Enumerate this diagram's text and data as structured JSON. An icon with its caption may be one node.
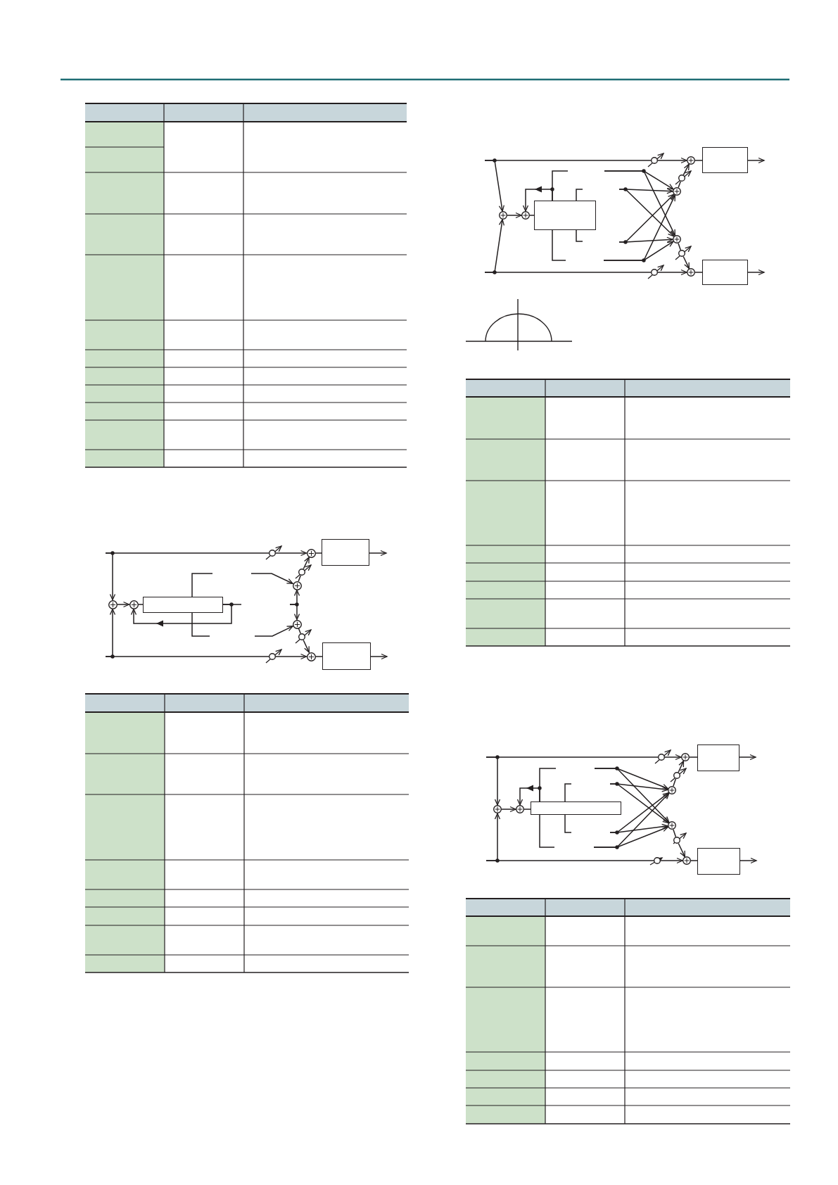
{
  "diagram": {
    "nodes": [
      {
        "text": [],
        "shape": "circle"
      },
      {
        "text": [],
        "shape": "circle"
      },
      {
        "text": [],
        "shape": "box"
      },
      {
        "text": [],
        "shape": "circle"
      },
      {
        "text": [],
        "shape": "circle"
      },
      {
        "text": [],
        "shape": "circle"
      },
      {
        "text": [],
        "shape": "circle"
      },
      {
        "text": [],
        "shape": "box"
      },
      {
        "text": [],
        "shape": "circle"
      },
      {
        "text": [],
        "shape": "circle"
      },
      {
        "text": [],
        "shape": "circle"
      },
      {
        "text": [],
        "shape": "circle"
      },
      {
        "text": [],
        "shape": "box"
      },
      {
        "text": [],
        "shape": "circle"
      },
      {
        "text": [],
        "shape": "circle"
      },
      {
        "text": [],
        "shape": "box"
      },
      {
        "text": [],
        "shape": "circle"
      },
      {
        "text": [],
        "shape": "circle"
      },
      {
        "text": [],
        "shape": "circle"
      },
      {
        "text": [],
        "shape": "circle"
      },
      {
        "text": [],
        "shape": "box"
      },
      {
        "text": [],
        "shape": "circle"
      },
      {
        "text": [],
        "shape": "circle"
      },
      {
        "text": [],
        "shape": "circle"
      },
      {
        "text": [],
        "shape": "circle"
      },
      {
        "text": [],
        "shape": "box"
      },
      {
        "text": [],
        "shape": "circle"
      },
      {
        "text": [],
        "shape": "circle"
      },
      {
        "text": [],
        "shape": "box"
      },
      {
        "text": [],
        "shape": "circle"
      },
      {
        "text": [],
        "shape": "circle"
      },
      {
        "text": [],
        "shape": "circle"
      },
      {
        "text": [],
        "shape": "circle"
      },
      {
        "text": [],
        "shape": "box"
      },
      {
        "text": [],
        "shape": "circle"
      },
      {
        "text": [],
        "shape": "circle"
      },
      {
        "text": [],
        "shape": "circle"
      },
      {
        "text": [],
        "shape": "circle"
      },
      {
        "text": [],
        "shape": "box"
      }
    ],
    "edges": [
      {
        "from": null,
        "to": 0,
        "arrow": "none"
      },
      {
        "from": null,
        "to": 5,
        "arrow": "to"
      },
      {
        "from": null,
        "to": 10,
        "arrow": "none"
      },
      {
        "from": null,
        "to": 5,
        "arrow": "to"
      },
      {
        "from": 0,
        "to": 1,
        "arrow": "to"
      },
      {
        "from": 10,
        "to": 11,
        "arrow": "to"
      },
      {
        "from": 5,
        "to": 6,
        "arrow": "to"
      },
      {
        "from": 6,
        "to": 7,
        "arrow": "none"
      },
      {
        "from": 7,
        "to": 6,
        "arrow": "to"
      },
      {
        "from": 7,
        "to": null,
        "arrow": "none"
      },
      {
        "from": 7,
        "to": null,
        "arrow": "none"
      },
      {
        "from": 7,
        "to": null,
        "arrow": "none"
      },
      {
        "from": null,
        "to": 4,
        "arrow": "to"
      },
      {
        "from": null,
        "to": 8,
        "arrow": "to"
      },
      {
        "from": null,
        "to": 4,
        "arrow": "to"
      },
      {
        "from": null,
        "to": 8,
        "arrow": "to"
      },
      {
        "from": 4,
        "to": 3,
        "arrow": "none"
      },
      {
        "from": 3,
        "to": 1,
        "arrow": "to"
      },
      {
        "from": 8,
        "to": 9,
        "arrow": "none"
      },
      {
        "from": 9,
        "to": 11,
        "arrow": "to"
      },
      {
        "from": 1,
        "to": 2,
        "arrow": "none"
      },
      {
        "from": 11,
        "to": 12,
        "arrow": "none"
      },
      {
        "from": 2,
        "to": null,
        "arrow": "to"
      },
      {
        "from": 12,
        "to": null,
        "arrow": "to"
      },
      {
        "from": null,
        "to": 13,
        "arrow": "none"
      },
      {
        "from": null,
        "to": 18,
        "arrow": "to"
      },
      {
        "from": null,
        "to": 23,
        "arrow": "none"
      },
      {
        "from": null,
        "to": 18,
        "arrow": "to"
      },
      {
        "from": 13,
        "to": 14,
        "arrow": "to"
      },
      {
        "from": 23,
        "to": 24,
        "arrow": "to"
      },
      {
        "from": 18,
        "to": 19,
        "arrow": "to"
      },
      {
        "from": 19,
        "to": 20,
        "arrow": "none"
      },
      {
        "from": 20,
        "to": 19,
        "arrow": "to"
      },
      {
        "from": 20,
        "to": null,
        "arrow": "none"
      },
      {
        "from": 20,
        "to": null,
        "arrow": "none"
      },
      {
        "from": 20,
        "to": null,
        "arrow": "none"
      },
      {
        "from": 20,
        "to": null,
        "arrow": "none"
      },
      {
        "from": null,
        "to": 17,
        "arrow": "to"
      },
      {
        "from": null,
        "to": 21,
        "arrow": "to"
      },
      {
        "from": null,
        "to": 17,
        "arrow": "to"
      },
      {
        "from": null,
        "to": 21,
        "arrow": "to"
      },
      {
        "from": null,
        "to": 17,
        "arrow": "to"
      },
      {
        "from": null,
        "to": 21,
        "arrow": "to"
      },
      {
        "from": null,
        "to": 17,
        "arrow": "to"
      },
      {
        "from": null,
        "to": 21,
        "arrow": "to"
      },
      {
        "from": 17,
        "to": 16,
        "arrow": "none"
      },
      {
        "from": 16,
        "to": 14,
        "arrow": "to"
      },
      {
        "from": 21,
        "to": 22,
        "arrow": "none"
      },
      {
        "from": 22,
        "to": 24,
        "arrow": "to"
      },
      {
        "from": 14,
        "to": 15,
        "arrow": "none"
      },
      {
        "from": 24,
        "to": 25,
        "arrow": "none"
      },
      {
        "from": 15,
        "to": null,
        "arrow": "to"
      },
      {
        "from": 25,
        "to": null,
        "arrow": "to"
      },
      {
        "from": null,
        "to": 26,
        "arrow": "none"
      },
      {
        "from": null,
        "to": 31,
        "arrow": "to"
      },
      {
        "from": null,
        "to": 36,
        "arrow": "none"
      },
      {
        "from": null,
        "to": 31,
        "arrow": "to"
      },
      {
        "from": 26,
        "to": 27,
        "arrow": "to"
      },
      {
        "from": 36,
        "to": 37,
        "arrow": "to"
      },
      {
        "from": 31,
        "to": 32,
        "arrow": "to"
      },
      {
        "from": 32,
        "to": 33,
        "arrow": "none"
      },
      {
        "from": 33,
        "to": 32,
        "arrow": "to"
      },
      {
        "from": 33,
        "to": null,
        "arrow": "none"
      },
      {
        "from": 33,
        "to": null,
        "arrow": "none"
      },
      {
        "from": 33,
        "to": null,
        "arrow": "none"
      },
      {
        "from": 33,
        "to": null,
        "arrow": "none"
      },
      {
        "from": null,
        "to": 30,
        "arrow": "to"
      },
      {
        "from": null,
        "to": 34,
        "arrow": "to"
      },
      {
        "from": null,
        "to": 30,
        "arrow": "to"
      },
      {
        "from": null,
        "to": 34,
        "arrow": "to"
      },
      {
        "from": null,
        "to": 30,
        "arrow": "to"
      },
      {
        "from": null,
        "to": 34,
        "arrow": "to"
      },
      {
        "from": null,
        "to": 30,
        "arrow": "to"
      },
      {
        "from": null,
        "to": 34,
        "arrow": "to"
      },
      {
        "from": 30,
        "to": 29,
        "arrow": "none"
      },
      {
        "from": 29,
        "to": 27,
        "arrow": "to"
      },
      {
        "from": 34,
        "to": 35,
        "arrow": "none"
      },
      {
        "from": 35,
        "to": 37,
        "arrow": "to"
      },
      {
        "from": 27,
        "to": 28,
        "arrow": "none"
      },
      {
        "from": 37,
        "to": 38,
        "arrow": "none"
      },
      {
        "from": 28,
        "to": null,
        "arrow": "to"
      },
      {
        "from": 38,
        "to": null,
        "arrow": "to"
      }
    ]
  }
}
